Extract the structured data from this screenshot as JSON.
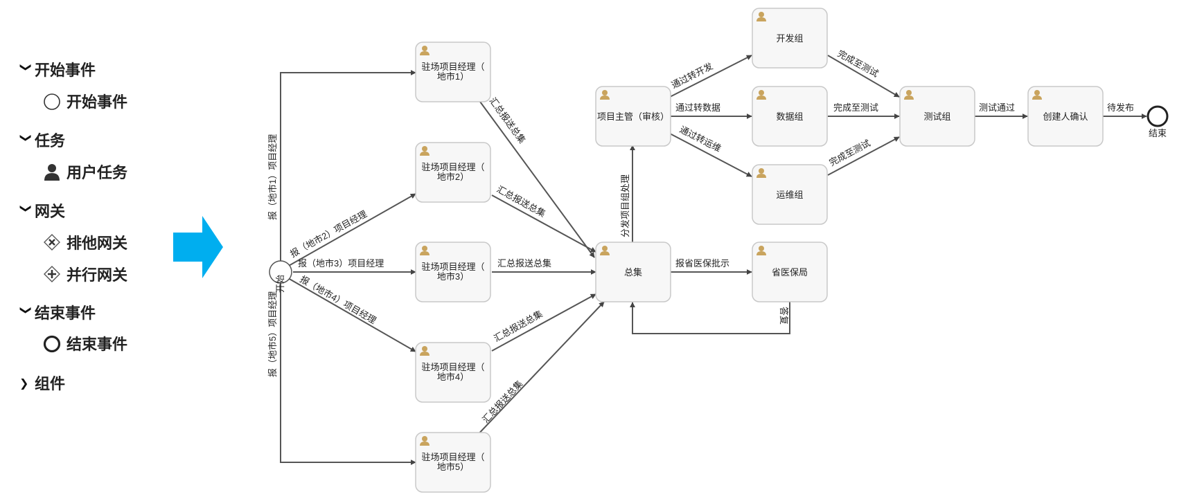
{
  "palette": {
    "start_category": "开始事件",
    "start_item": "开始事件",
    "task_category": "任务",
    "task_item": "用户任务",
    "gateway_category": "网关",
    "exclusive_gateway": "排他网关",
    "parallel_gateway": "并行网关",
    "end_category": "结束事件",
    "end_item": "结束事件",
    "component_category": "组件"
  },
  "colors": {
    "arrow": "#00aeef",
    "user_icon": "#c9a45e",
    "flow": "#555555"
  },
  "diagram": {
    "start_label": "开始",
    "end_label": "结束",
    "tasks": {
      "city1": [
        "驻场项目经理（",
        "地市1）"
      ],
      "city2": [
        "驻场项目经理（",
        "地市2）"
      ],
      "city3": [
        "驻场项目经理（",
        "地市3）"
      ],
      "city4": [
        "驻场项目经理（",
        "地市4）"
      ],
      "city5": [
        "驻场项目经理（",
        "地市5）"
      ],
      "zongji": "总集",
      "manager": "项目主管（审核）",
      "dev": "开发组",
      "data": "数据组",
      "ops": "运维组",
      "test": "测试组",
      "creator": "创建人确认",
      "medical": "省医保局"
    },
    "flows": {
      "start_city1": "报（地市1）项目经理",
      "start_city2": "报（地市2）项目经理",
      "start_city3": "报（地市3）项目经理",
      "start_city4": "报（地市4）项目经理",
      "start_city5": "报（地市5）项目经理",
      "city1_zongji": "汇总报送总集",
      "city2_zongji": "汇总报送总集",
      "city3_zongji": "汇总报送总集",
      "city4_zongji": "汇总报送总集",
      "city5_zongji": "汇总报送总集",
      "zongji_manager": "分发项目组处理",
      "zongji_medical": "报省医保批示",
      "medical_zongji": "答复",
      "manager_dev": "通过转开发",
      "manager_data": "通过转数据",
      "manager_ops": "通过转运维",
      "dev_test": "完成至测试",
      "data_test": "完成至测试",
      "ops_test": "完成至测试",
      "test_creator": "测试通过",
      "creator_end": "待发布"
    }
  }
}
